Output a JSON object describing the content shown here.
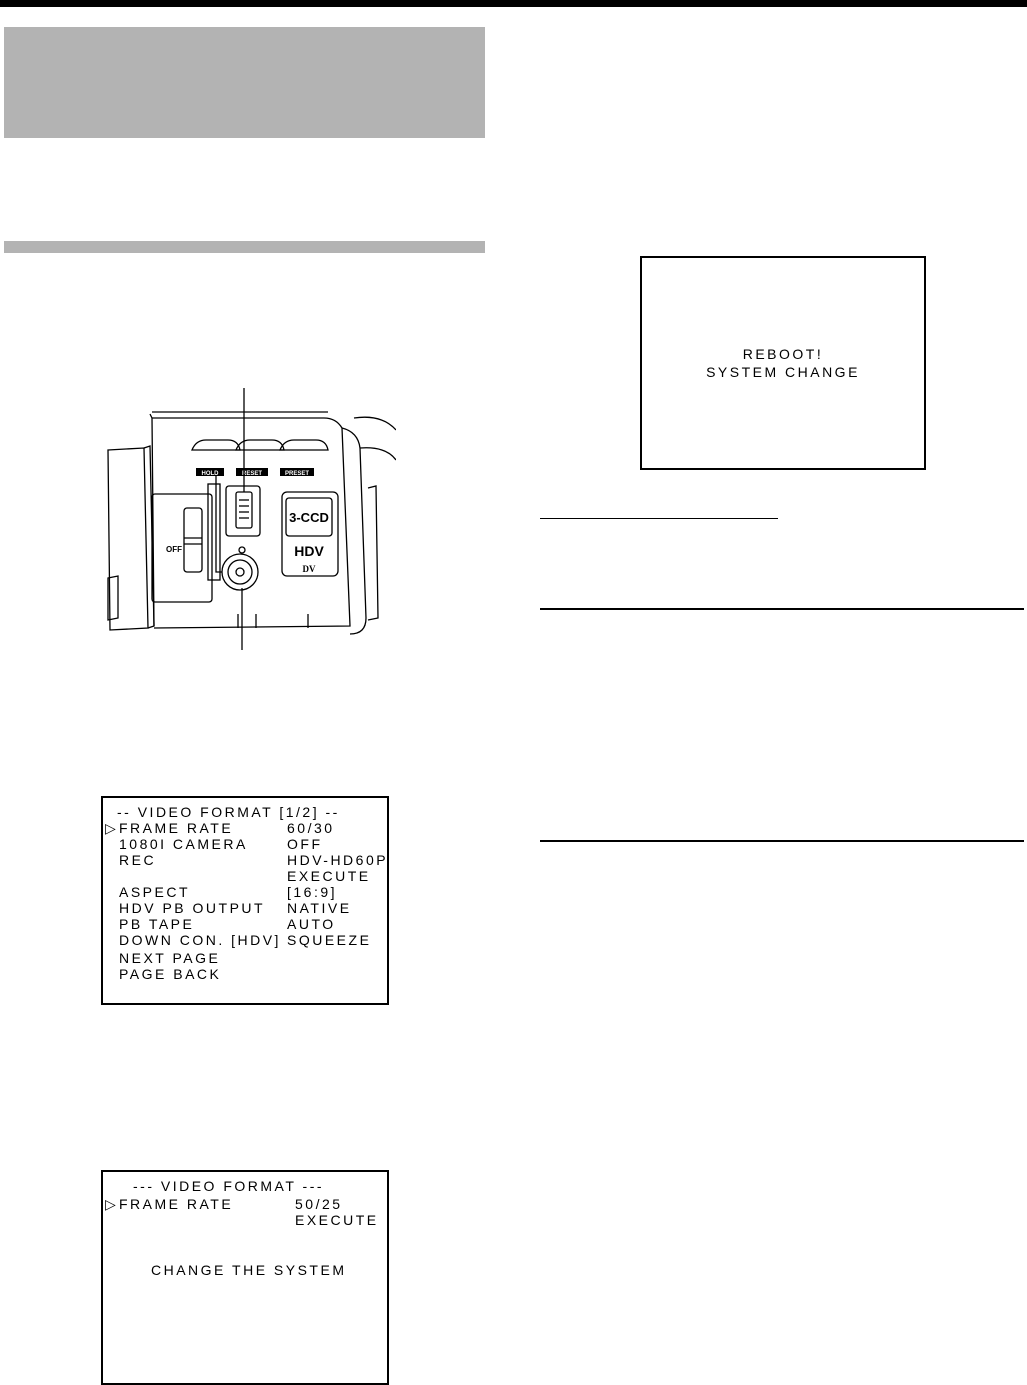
{
  "reboot_screen": {
    "line1": "REBOOT!",
    "line2": "SYSTEM CHANGE"
  },
  "camera_labels": {
    "hold": "HOLD",
    "reset": "RESET",
    "preset": "PRESET",
    "off": "OFF",
    "badge_ccd": "3-CCD",
    "badge_hdv": "HDV",
    "badge_dv": "DV"
  },
  "video_format_menu": {
    "title": "-- VIDEO FORMAT [1/2] --",
    "cursor": "▷",
    "rows": [
      {
        "label": "FRAME RATE",
        "value": "60/30"
      },
      {
        "label": "1080I CAMERA",
        "value": "OFF"
      },
      {
        "label": "REC",
        "value": "HDV-HD60P"
      },
      {
        "label": "",
        "value": "EXECUTE"
      },
      {
        "label": "ASPECT",
        "value": "[16:9]"
      },
      {
        "label": "HDV PB OUTPUT",
        "value": "NATIVE"
      },
      {
        "label": "PB TAPE",
        "value": "AUTO"
      },
      {
        "label": "DOWN CON. [HDV]",
        "value": "SQUEEZE"
      },
      {
        "label": "NEXT PAGE",
        "value": ""
      },
      {
        "label": "PAGE BACK",
        "value": ""
      }
    ]
  },
  "change_system_menu": {
    "title": "--- VIDEO FORMAT ---",
    "cursor": "▷",
    "row_label": "FRAME RATE",
    "row_value": "50/25",
    "execute": "EXECUTE",
    "message": "CHANGE THE SYSTEM"
  }
}
